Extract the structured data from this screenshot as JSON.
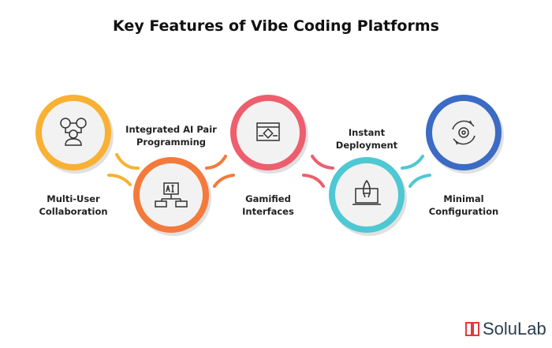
{
  "title": "Key Features of Vibe Coding Platforms",
  "features": [
    {
      "label_1": "Multi-User",
      "label_2": "Collaboration",
      "icon": "users-collaboration-icon",
      "color": "#f8b133"
    },
    {
      "label_1": "Integrated AI Pair",
      "label_2": "Programming",
      "icon": "ai-chip-icon",
      "color": "#f47a3c"
    },
    {
      "label_1": "Gamified",
      "label_2": "Interfaces",
      "icon": "game-window-icon",
      "color": "#ee5e6e"
    },
    {
      "label_1": "Instant",
      "label_2": "Deployment",
      "icon": "rocket-laptop-icon",
      "color": "#4ec8d3"
    },
    {
      "label_1": "Minimal",
      "label_2": "Configuration",
      "icon": "gear-cycle-icon",
      "color": "#3b6bc4"
    }
  ],
  "logo": {
    "text": "SoluLab",
    "color": "#e53935"
  }
}
